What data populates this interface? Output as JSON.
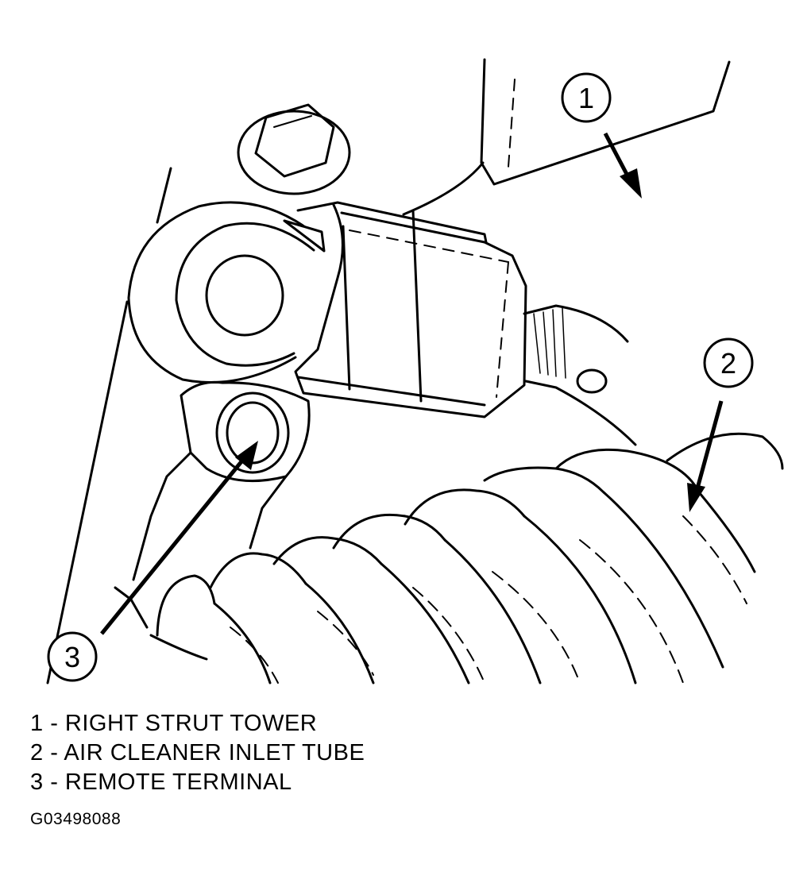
{
  "callouts": [
    {
      "number": "1",
      "label": "RIGHT STRUT TOWER"
    },
    {
      "number": "2",
      "label": "AIR CLEANER INLET TUBE"
    },
    {
      "number": "3",
      "label": "REMOTE TERMINAL"
    }
  ],
  "legend": {
    "separator": " - "
  },
  "figure_id": "G03498088",
  "colors": {
    "line": "#000000",
    "background": "#ffffff"
  }
}
